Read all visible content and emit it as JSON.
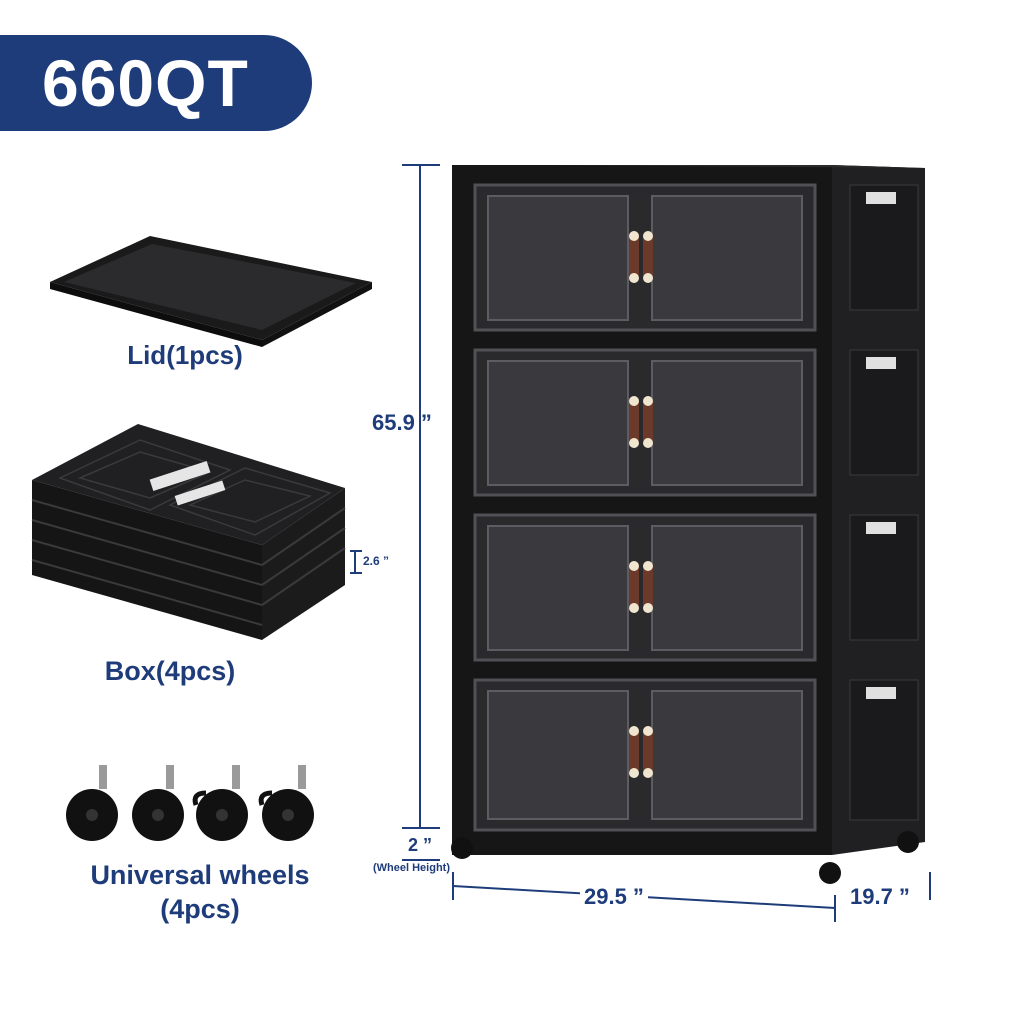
{
  "badge": {
    "text": "660QT"
  },
  "parts": {
    "lid": "Lid(1pcs)",
    "box": "Box(4pcs)",
    "wheels_line1": "Universal wheels",
    "wheels_line2": "(4pcs)"
  },
  "dimensions": {
    "height": "65.9 ”",
    "box_height": "2.6 ”",
    "wheel_height": "2 ”",
    "wheel_height_note": "(Wheel Height)",
    "width": "29.5 ”",
    "depth": "19.7 ”"
  },
  "colors": {
    "brand": "#1f3c7a",
    "product": "#1c1c1e",
    "handle": "#6b3a2a"
  }
}
